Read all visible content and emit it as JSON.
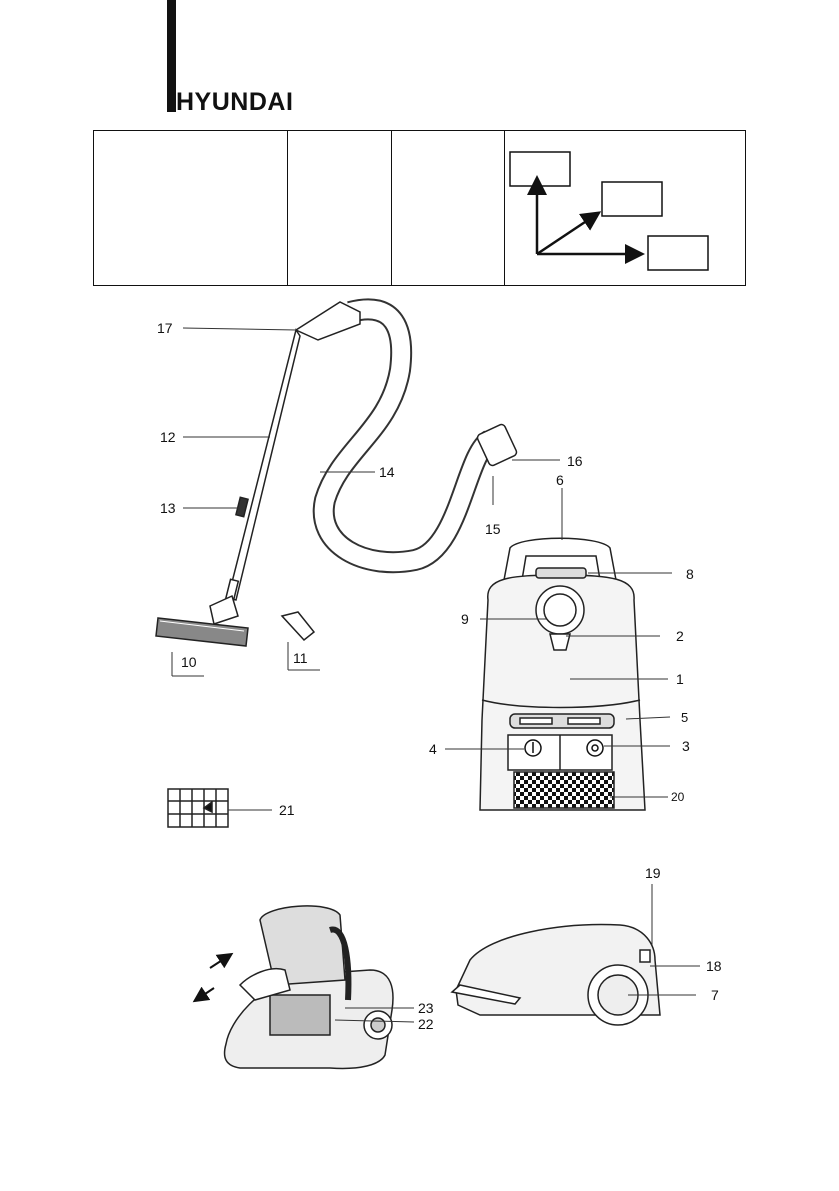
{
  "brand": {
    "name": "HYUNDAI"
  },
  "header_table": {
    "cells": [
      "",
      "",
      "",
      ""
    ]
  },
  "callouts": {
    "n1": "1",
    "n2": "2",
    "n3": "3",
    "n4": "4",
    "n5": "5",
    "n6": "6",
    "n7": "7",
    "n8": "8",
    "n9": "9",
    "n10": "10",
    "n11": "11",
    "n12": "12",
    "n13": "13",
    "n14": "14",
    "n15": "15",
    "n16": "16",
    "n17": "17",
    "n18": "18",
    "n19": "19",
    "n20": "20",
    "n21": "21",
    "n22": "22",
    "n23": "23"
  },
  "icons": [
    "power-icon",
    "cord-rewind-icon",
    "arrow-in-icon",
    "arrow-out-icon"
  ]
}
